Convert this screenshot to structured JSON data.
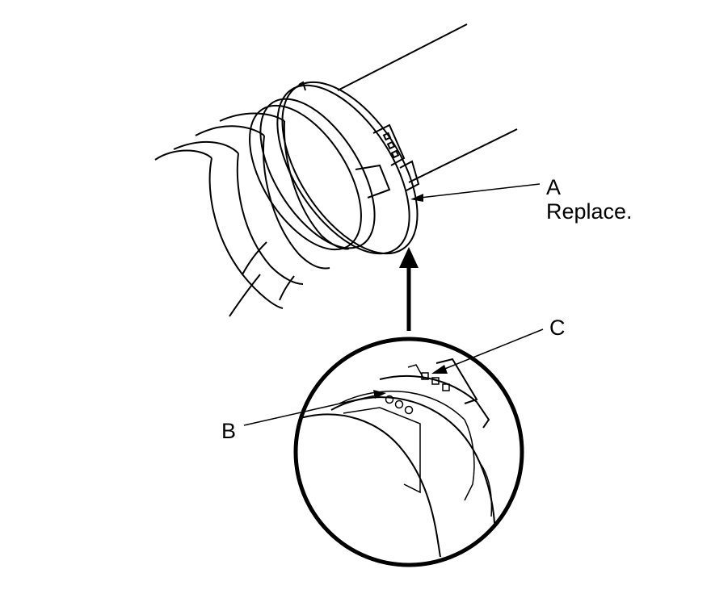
{
  "labels": {
    "a_letter": "A",
    "a_note": "Replace.",
    "b_letter": "B",
    "c_letter": "C"
  },
  "colors": {
    "ink": "#000000",
    "paper": "#ffffff"
  }
}
